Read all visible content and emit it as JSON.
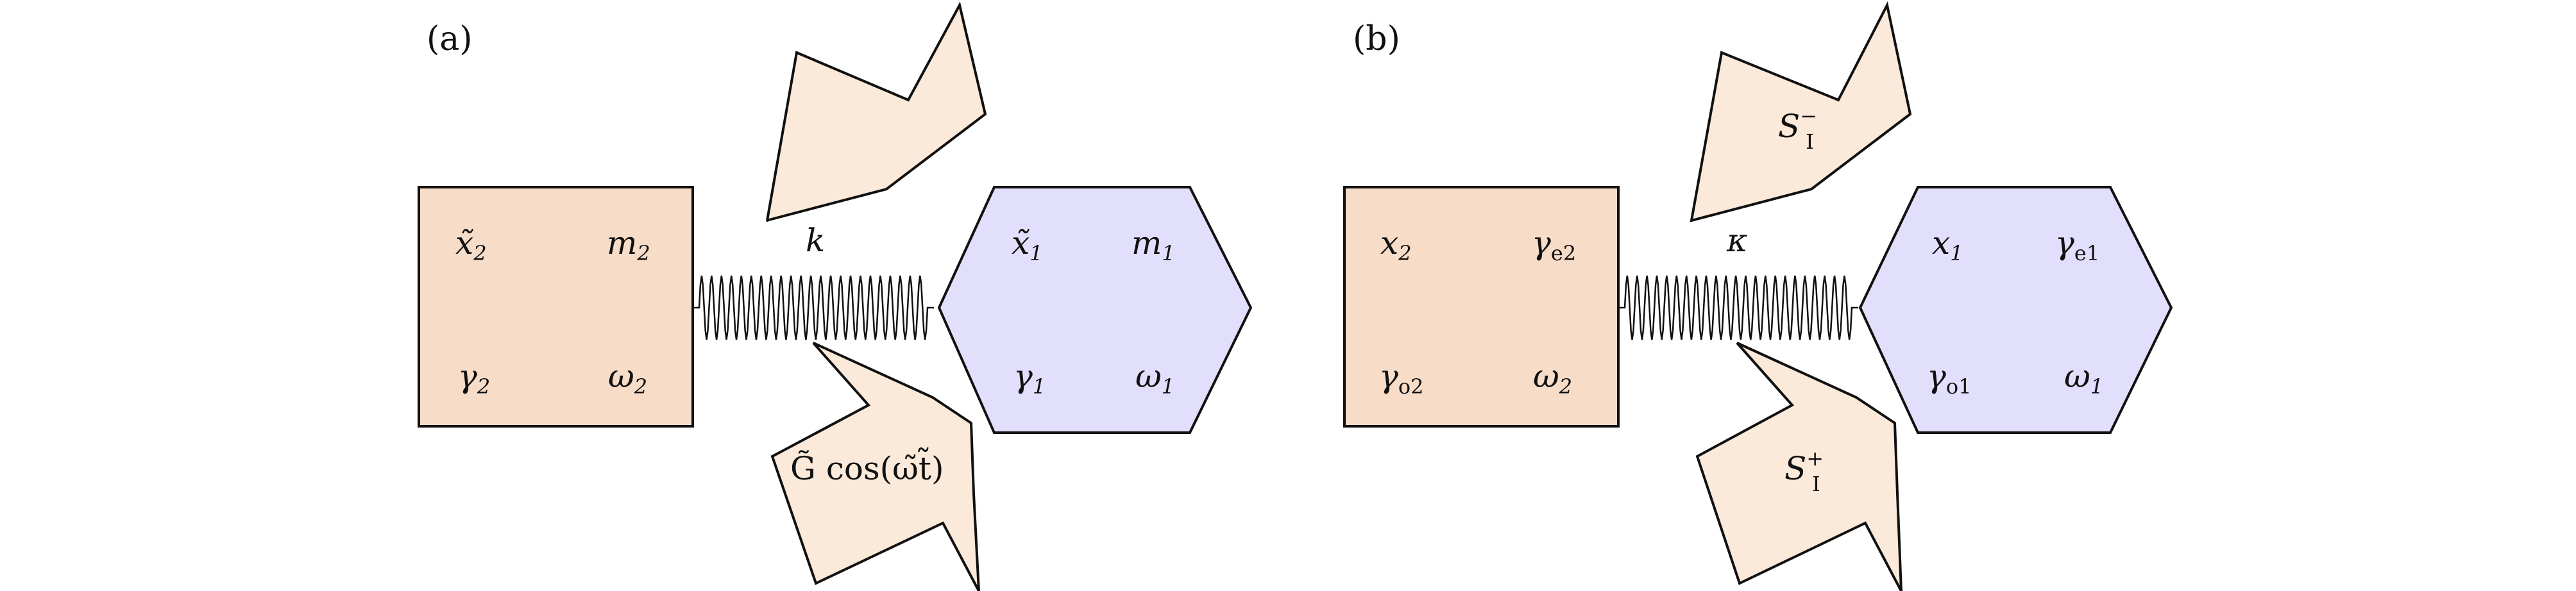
{
  "colors": {
    "square_fill": "#f7dcc8",
    "hexagon_fill": "#e2dffc",
    "arrow_fill": "#fbeada",
    "stroke": "#111111"
  },
  "panel_a": {
    "tag": "(a)",
    "square": {
      "top_left": {
        "base": "x̃",
        "sub": "2"
      },
      "top_right": {
        "base": "m",
        "sub": "2"
      },
      "bottom_left": {
        "base": "γ",
        "sub": "2"
      },
      "bottom_right": {
        "base": "ω",
        "sub": "2"
      }
    },
    "spring_label": "k",
    "hexagon": {
      "top_left": {
        "base": "x̃",
        "sub": "1"
      },
      "top_right": {
        "base": "m",
        "sub": "1"
      },
      "bottom_left": {
        "base": "γ",
        "sub": "1"
      },
      "bottom_right": {
        "base": "ω",
        "sub": "1"
      }
    },
    "input_arrow_label": "G̃ cos(ω̃t̃)"
  },
  "panel_b": {
    "tag": "(b)",
    "square": {
      "top_left": {
        "base": "x",
        "sub": "2"
      },
      "top_right": {
        "base": "γ",
        "sub": "e2"
      },
      "bottom_left": {
        "base": "γ",
        "sub": "o2"
      },
      "bottom_right": {
        "base": "ω",
        "sub": "2"
      }
    },
    "spring_label": "κ",
    "hexagon": {
      "top_left": {
        "base": "x",
        "sub": "1"
      },
      "top_right": {
        "base": "γ",
        "sub": "e1"
      },
      "bottom_left": {
        "base": "γ",
        "sub": "o1"
      },
      "bottom_right": {
        "base": "ω",
        "sub": "1"
      }
    },
    "output_arrow_label": {
      "base": "S",
      "sub": "I",
      "sup": "−"
    },
    "input_arrow_label": {
      "base": "S",
      "sub": "I",
      "sup": "+"
    }
  }
}
